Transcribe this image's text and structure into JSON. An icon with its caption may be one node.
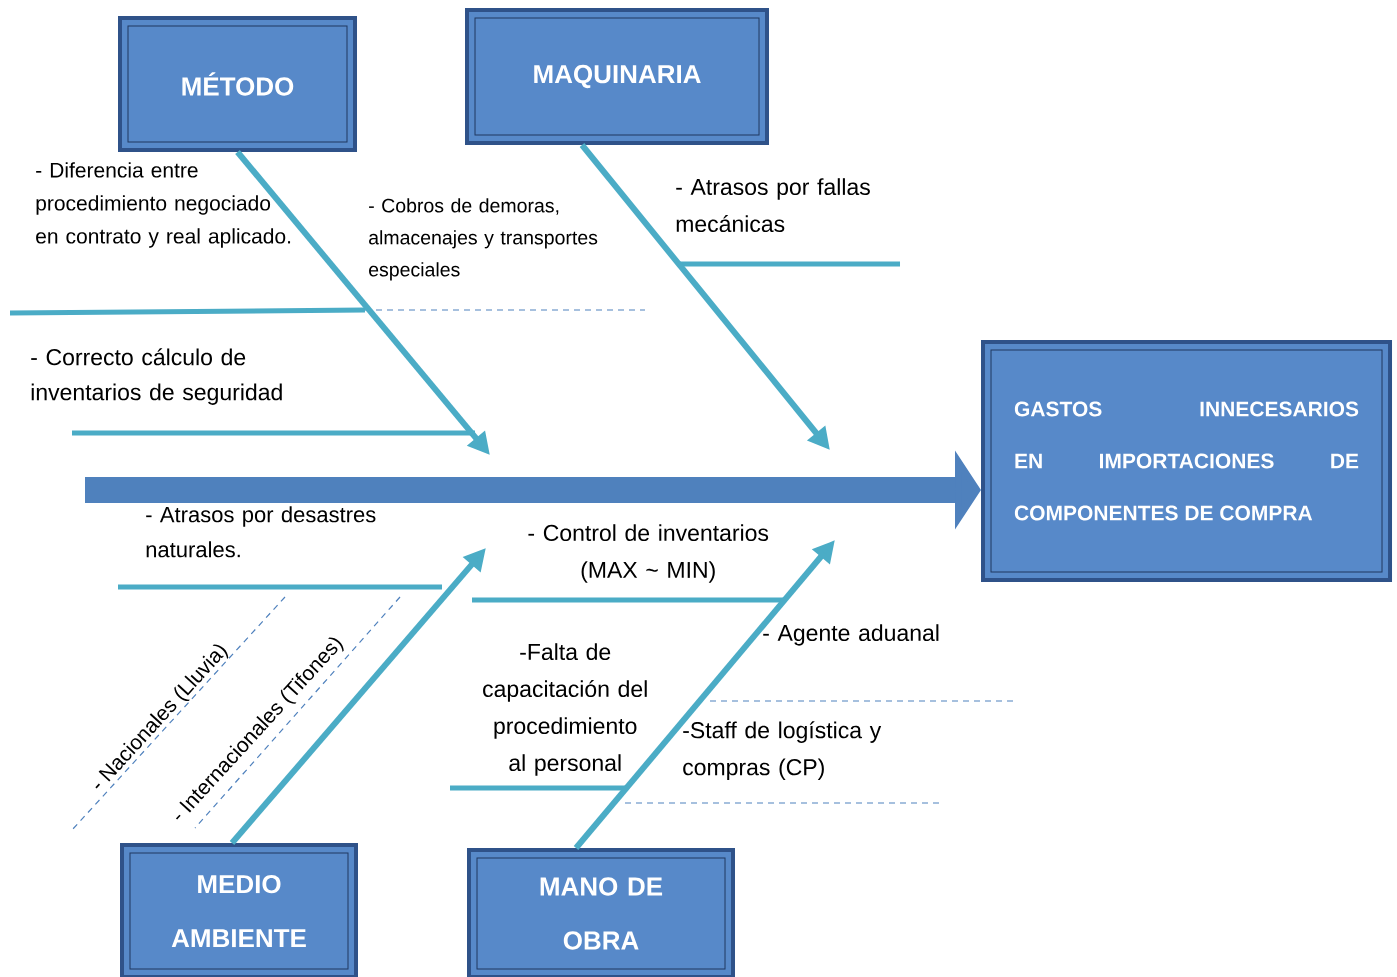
{
  "diagram": {
    "nodes": [
      {
        "text": [
          "MÉTODO"
        ]
      },
      {
        "text": [
          "MAQUINARIA"
        ]
      },
      {
        "text": [
          "MEDIO AMBIENTE"
        ]
      },
      {
        "text": [
          "MANO DE OBRA"
        ]
      },
      {
        "text": [
          "GASTOS INNECESARIOS EN IMPORTACIONES DE COMPONENTES DE COMPRA"
        ]
      }
    ],
    "edges": [
      {
        "from": null,
        "to": 4,
        "arrow": "to",
        "style": "thick",
        "color": "#4f81bd"
      },
      {
        "from": 0,
        "to": null,
        "arrow": "to"
      },
      {
        "from": 1,
        "to": null,
        "arrow": "to"
      },
      {
        "from": 2,
        "to": null,
        "arrow": "to"
      },
      {
        "from": 3,
        "to": null,
        "arrow": "to"
      }
    ],
    "labels": [
      "- Diferencia entre procedimiento negociado en contrato y real aplicado.",
      "- Cobros de demoras, almacenajes y transportes especiales",
      "- Atrasos por fallas mecánicas",
      "- Correcto cálculo de inventarios de seguridad",
      "- Atrasos por desastres naturales.",
      "- Nacionales (Lluvia)",
      "- Internacionales (Tifones)",
      "- Control de inventarios (MAX ~ MIN)",
      "-Falta de capacitación del procedimiento al personal",
      "- Agente aduanal",
      "-Staff de logística y compras (CP)"
    ]
  }
}
